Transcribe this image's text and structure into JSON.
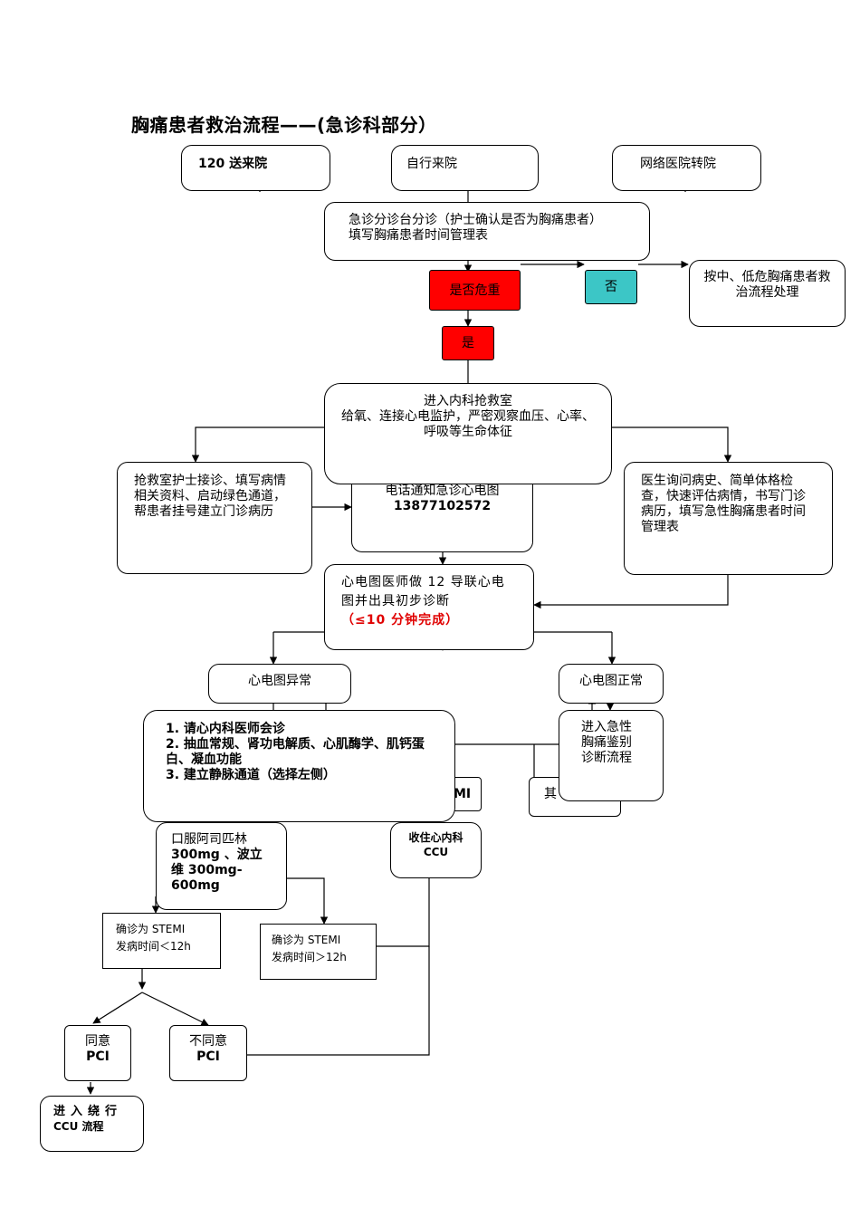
{
  "title": "胸痛患者救治流程——(急诊科部分）",
  "sources": {
    "s120": "120 送来院",
    "self": "自行来院",
    "network": "网络医院转院"
  },
  "triage": {
    "line1": "急诊分诊台分诊（护士确认是否为胸痛患者）",
    "line2": "填写胸痛患者时间管理表"
  },
  "critical": {
    "question": "是否危重",
    "yes": "是",
    "no": "否",
    "low_risk": "按中、低危胸痛患者救治流程处理"
  },
  "rescue": {
    "title": "进入内科抢救室",
    "body": "给氧、连接心电监护，严密观察血压、心率、呼吸等生命体征"
  },
  "nurse": "抢救室护士接诊、填写病情相关资料、启动绿色通道，帮患者挂号建立门诊病历",
  "phone": {
    "line1": "电话通知急诊心电图",
    "line2": "13877102572"
  },
  "doctor": "医生询问病史、简单体格检查，快速评估病情，书写门诊病历，填写急性胸痛患者时间管理表",
  "ecg": {
    "line1": "心电图医师做 12 导联心电图并出具初步诊断",
    "line2": "（≤10 分钟完成）"
  },
  "abnormal": "心电图异常",
  "normal": "心电图正常",
  "acute": "进入急性胸痛鉴别诊断流程",
  "other_hidden": "其",
  "stemi_hidden": "MI",
  "consult": {
    "item1": "1. 请心内科医师会诊",
    "item2": "2. 抽血常规、肾功电解质、心肌酶学、肌钙蛋白、凝血功能",
    "item3": "3. 建立静脉通道（选择左侧）"
  },
  "aspirin": {
    "line1": "口服阿司匹林",
    "line2": "300mg 、波立维 300mg-600mg"
  },
  "ccu": "收住心内科 CCU",
  "stemi_lt": {
    "line1": "确诊为 STEMI",
    "line2": "发病时间＜12h"
  },
  "stemi_gt": {
    "line1": "确诊为 STEMI",
    "line2": "发病时间＞12h"
  },
  "agree": {
    "line1": "同意",
    "line2": "PCI"
  },
  "disagree": {
    "line1": "不同意",
    "line2": "PCI"
  },
  "final": {
    "line1": "进入绕行",
    "line2": "CCU 流程"
  },
  "colors": {
    "critical": "#ff0000",
    "no": "#3cc6c6",
    "highlight": "#e00000"
  }
}
